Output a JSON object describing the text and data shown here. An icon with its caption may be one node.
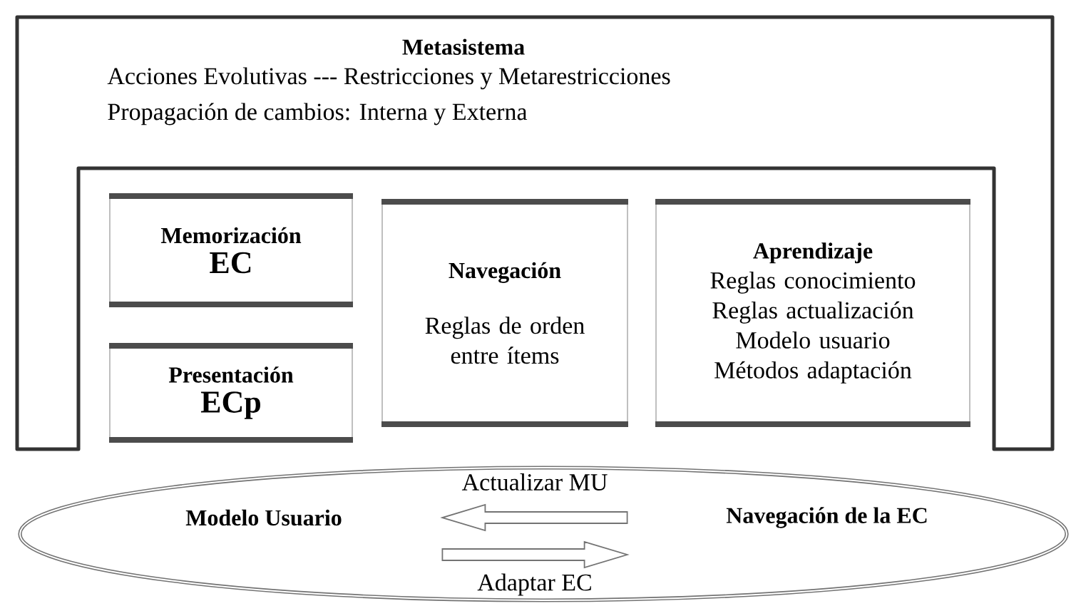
{
  "diagram": {
    "nodes": [
      {
        "text": [
          "Metasistema",
          "Acciones Evolutivas --- Restricciones y Metarestricciones",
          "Propagación de cambios: Interna y Externa"
        ]
      },
      {
        "text": [
          "Memorización",
          "EC"
        ],
        "in": 0
      },
      {
        "text": [
          "Presentación",
          "ECp"
        ],
        "in": 0
      },
      {
        "text": [
          "Navegación",
          "Reglas de orden entre ítems"
        ],
        "in": 0
      },
      {
        "text": [
          "Aprendizaje",
          "Reglas conocimiento",
          "Reglas actualización",
          "Modelo usuario",
          "Métodos adaptación"
        ],
        "in": 0
      },
      {
        "text": [],
        "shape": "ellipse"
      },
      {
        "text": [
          "Modelo Usuario"
        ],
        "in": 5
      },
      {
        "text": [
          "Navegación de la EC"
        ],
        "in": 5
      }
    ],
    "edges": [
      {
        "from": 7,
        "to": 6,
        "arrow": "to",
        "label": "Actualizar MU"
      },
      {
        "from": 6,
        "to": 7,
        "arrow": "to",
        "label": "Adaptar EC"
      }
    ]
  }
}
